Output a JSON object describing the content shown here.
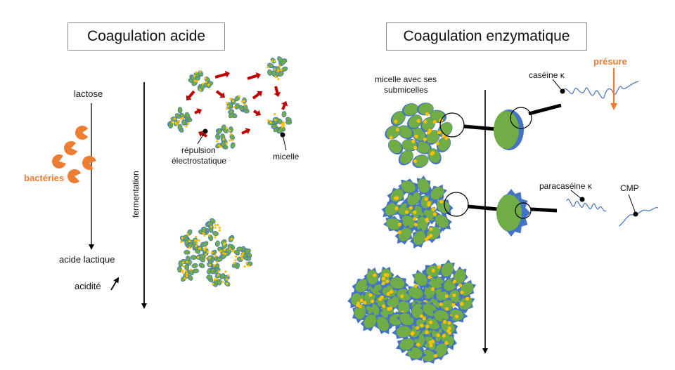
{
  "acid": {
    "title": "Coagulation acide",
    "lactose": "lactose",
    "bacteries": "bactéries",
    "acide_lactique": "acide lactique",
    "acidite": "acidité",
    "fermentation": "fermentation",
    "repulsion": "répulsion",
    "electrostatique": "électrostatique",
    "micelle": "micelle"
  },
  "enzyme": {
    "title": "Coagulation enzymatique",
    "micelle_line1": "micelle avec ses",
    "micelle_line2": "submicelles",
    "caseine": "caséine κ",
    "presure": "présure",
    "paracaseine": "paracaséine κ",
    "cmp": "CMP"
  },
  "colors": {
    "orange": "#ed7d31",
    "green": "#70ad47",
    "yellow": "#ffc000",
    "blue": "#4472c4",
    "dark_red": "#c00000"
  }
}
